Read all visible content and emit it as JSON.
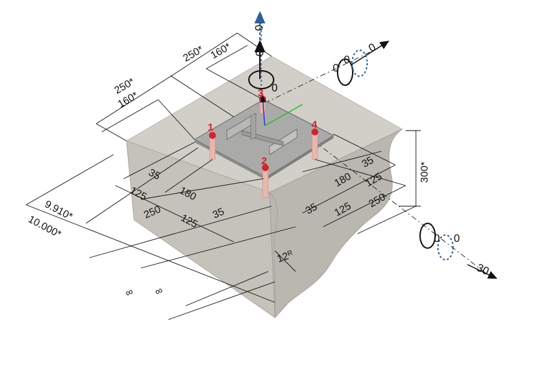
{
  "dimensions": {
    "top_left_outer": "250*",
    "top_left_inner": "160*",
    "top_right_outer": "250*",
    "top_right_inner": "160*",
    "front_left_35": "35",
    "front_left_125a": "125",
    "front_left_180": "180",
    "front_left_250": "250",
    "front_left_125b": "125",
    "front_left_35b": "35",
    "front_right_35": "35",
    "front_right_180": "180",
    "front_right_125a": "125",
    "front_right_125b": "125",
    "front_right_250": "250",
    "front_right_35b": "35",
    "height": "300*",
    "left_width_inner": "9.910*",
    "left_width_outer": "10.000*",
    "radius": "12",
    "radius_suffix": "R",
    "inf_left": "∞",
    "inf_right": "∞"
  },
  "anchors": [
    "1",
    "2",
    "3",
    "4"
  ],
  "loads": {
    "vertical_force": "0",
    "vertical_moment": "0",
    "axis_y_force": "0",
    "axis_y_moment_a": "0",
    "axis_y_moment_b": "0",
    "axis_x_force": "30",
    "axis_x_moment_a": "0",
    "axis_x_moment_b": "0",
    "top_force_small": "0"
  },
  "colors": {
    "concrete_top": "#cfcdc6",
    "concrete_front": "#c2c0b8",
    "concrete_side": "#b6b4ac",
    "plate": "#a9aaa8",
    "anchor": "#d9202a",
    "axis_z": "#2a33d6",
    "axis_y": "#1fbf2a",
    "dashed_blue": "#2e5f98"
  }
}
